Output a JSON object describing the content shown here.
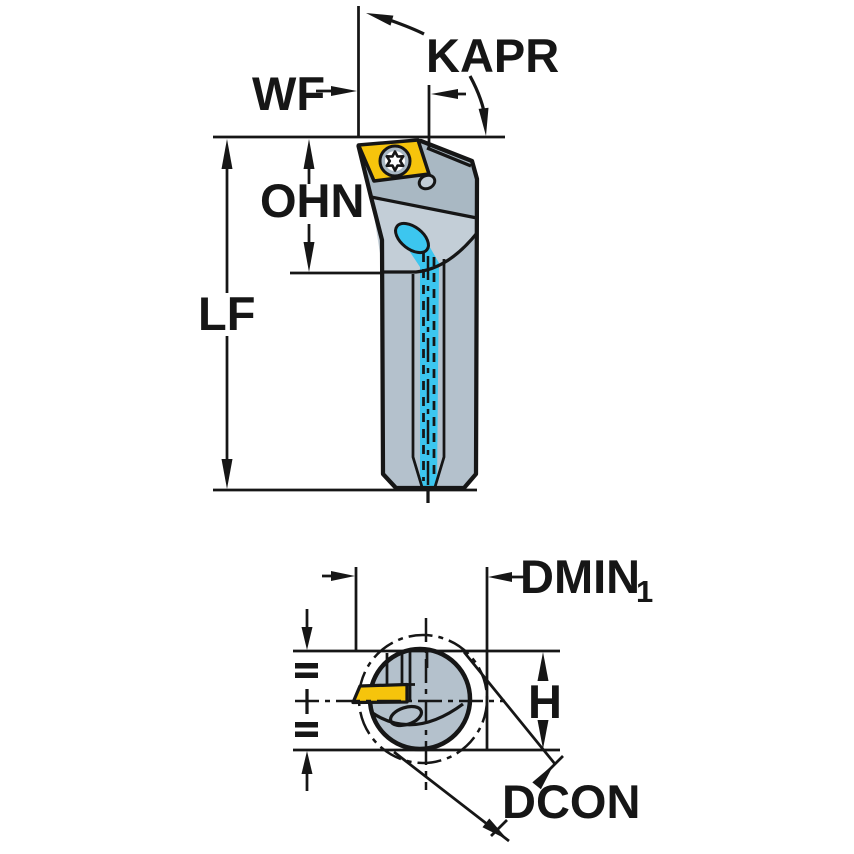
{
  "drawing": {
    "type": "tool-holder dimensional drawing",
    "views": {
      "top": "side view of boring bar",
      "bottom": "end view of shank"
    }
  },
  "labels": {
    "kapr": "KAPR",
    "wf": "WF",
    "ohn": "OHN",
    "lf": "LF",
    "dmin": "DMIN",
    "dmin_sub": "1",
    "h": "H",
    "dcon": "DCON"
  },
  "colors": {
    "background": "#ffffff",
    "outline": "#161616",
    "body_gray": "#b4c1cc",
    "body_gray_dark": "#a9b8c3",
    "body_gray_light": "#c3ced7",
    "screw_ring_gray": "#a9b8c3",
    "screw_face_white": "#ffffff",
    "insert_yellow": "#f6c40c",
    "coolant_cyan": "#3cc6ef"
  }
}
